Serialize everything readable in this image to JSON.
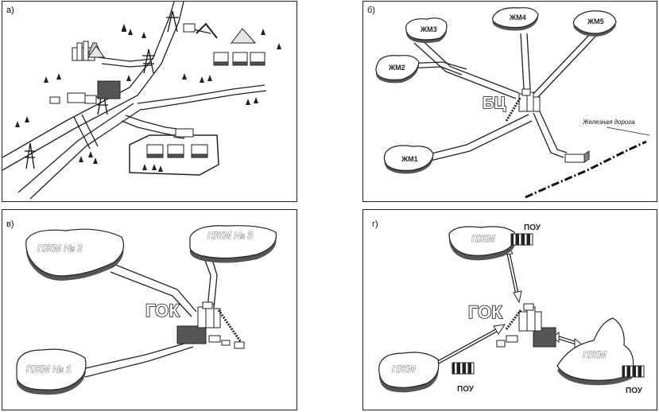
{
  "panels": {
    "a": {
      "label": "а)"
    },
    "b": {
      "label": "б)",
      "center": "БЦ",
      "deposits": [
        "ЖМ1",
        "ЖМ2",
        "ЖМ3",
        "ЖМ4",
        "ЖМ5"
      ],
      "railway": "Железная дорога"
    },
    "c": {
      "label": "в)",
      "center": "ГОК",
      "deposits": [
        "ПЖМ № 1",
        "ПЖМ № 2",
        "ПЖМ № 3"
      ]
    },
    "d": {
      "label": "г)",
      "center": "ГОК",
      "deposits": [
        "ПЖМ",
        "ПЖМ",
        "ПЖМ"
      ],
      "pou": [
        "ПОУ",
        "ПОУ",
        "ПОУ"
      ]
    }
  }
}
